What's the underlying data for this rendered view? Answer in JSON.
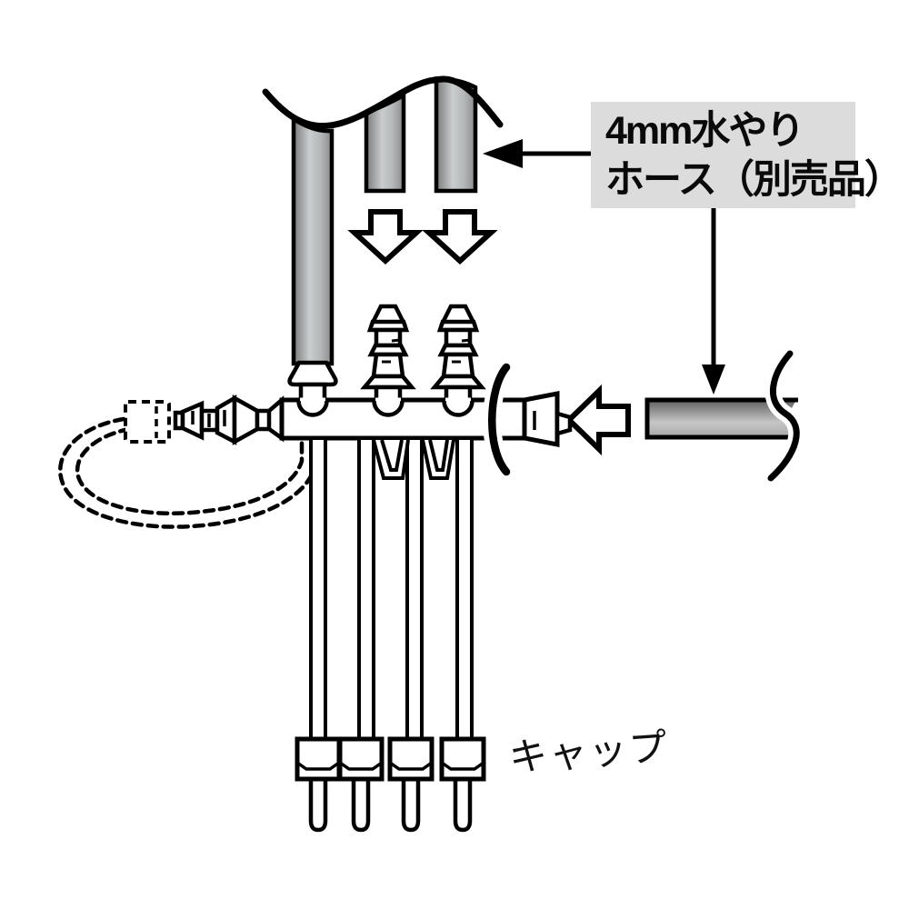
{
  "labels": {
    "hose_label": {
      "line1": "4mm水やり",
      "line2": "ホース（別売品）"
    },
    "cap_label": "キャップ"
  },
  "colors": {
    "background": "#ffffff",
    "line": "#000000",
    "label_box_bg": "#dcdcdc",
    "hose_edge": "#7a7a7a",
    "hose_mid": "#c9cdce",
    "supply_hose_top": "#5f5f5f",
    "supply_hose_mid": "#c6c6c6",
    "supply_hose_bottom": "#a8a8a8"
  },
  "icons": {
    "down_arrow": "⇩",
    "left_arrow": "⇦",
    "leader_arrow": "←"
  }
}
